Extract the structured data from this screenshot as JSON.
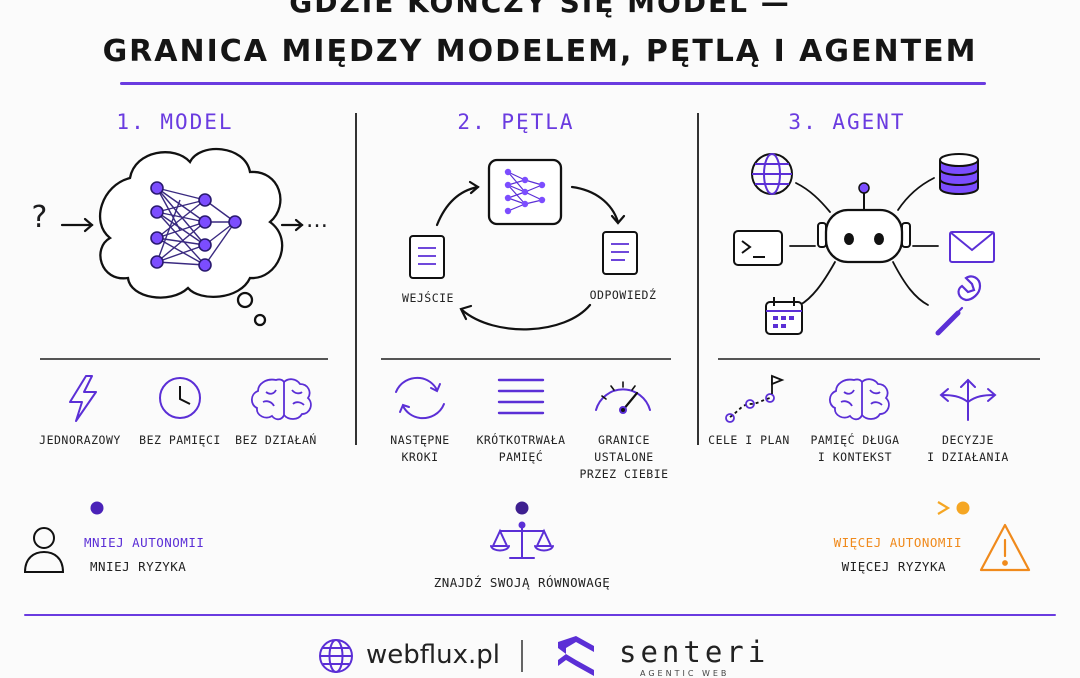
{
  "title": {
    "line1": "GDZIE KOŃCZY SIĘ MODEL —",
    "line2": "GRANICA MIĘDZY MODELEM, PĘTLĄ I AGENTEM"
  },
  "sections": {
    "model": {
      "heading": "1. MODEL",
      "input_symbol": "?",
      "output_symbol": "…",
      "features": [
        {
          "icon": "lightning-icon",
          "label": "JEDNORAZOWY"
        },
        {
          "icon": "clock-icon",
          "label": "BEZ PAMIĘCI"
        },
        {
          "icon": "brain-icon",
          "label": "BEZ DZIAŁAŃ"
        }
      ]
    },
    "loop": {
      "heading": "2. PĘTLA",
      "input_label": "WEJŚCIE",
      "output_label": "ODPOWIEDŹ",
      "features": [
        {
          "icon": "refresh-icon",
          "label": "NASTĘPNE\nKROKI"
        },
        {
          "icon": "lines-icon",
          "label": "KRÓTKOTRWAŁA\nPAMIĘĆ"
        },
        {
          "icon": "gauge-icon",
          "label": "GRANICE USTALONE\nPRZEZ CIEBIE"
        }
      ]
    },
    "agent": {
      "heading": "3. AGENT",
      "tools": [
        "globe-icon",
        "database-icon",
        "terminal-icon",
        "mail-icon",
        "calendar-icon",
        "wrench-icon"
      ],
      "features": [
        {
          "icon": "path-flag-icon",
          "label": "CELE I PLAN"
        },
        {
          "icon": "brain-icon",
          "label": "PAMIĘĆ DŁUGA\nI KONTEKST"
        },
        {
          "icon": "arrows-split-icon",
          "label": "DECYZJE\nI DZIAŁANIA"
        }
      ]
    }
  },
  "scale": {
    "left_title": "MNIEJ AUTONOMII",
    "left_sub": "MNIEJ RYZYKA",
    "center_label": "ZNAJDŹ SWOJĄ RÓWNOWAGĘ",
    "right_title": "WIĘCEJ AUTONOMII",
    "right_sub": "WIĘCEJ RYZYKA",
    "colors": {
      "purple": "#5b2fd6",
      "orange": "#f5a623",
      "warning": "#f08a1c"
    }
  },
  "footer": {
    "brand1": "webflux.pl",
    "brand2": "senteri",
    "brand2_tagline": "AGENTIC WEB"
  }
}
